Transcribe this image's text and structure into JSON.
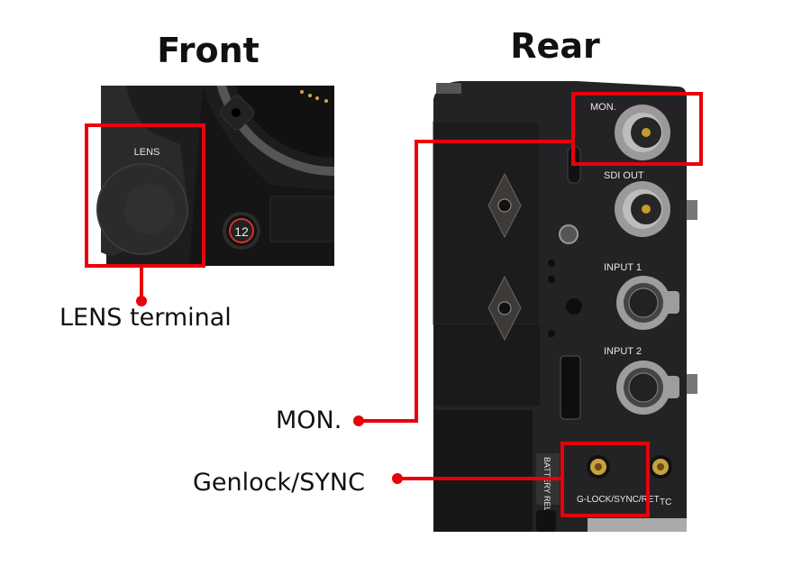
{
  "titles": {
    "front": "Front",
    "rear": "Rear"
  },
  "callouts": {
    "lens": "LENS terminal",
    "mon": "MON.",
    "genlock": "Genlock/SYNC"
  },
  "camera_markings": {
    "lens": "LENS",
    "button_12": "12",
    "mon": "MON.",
    "sdi_out": "SDI OUT",
    "input1": "INPUT 1",
    "input2": "INPUT 2",
    "battery_release": "BATTERY RELEASE",
    "glock": "G-LOCK/SYNC/RET",
    "tc": "TC"
  },
  "colors": {
    "highlight": "#e8000b",
    "body": "#232323"
  }
}
